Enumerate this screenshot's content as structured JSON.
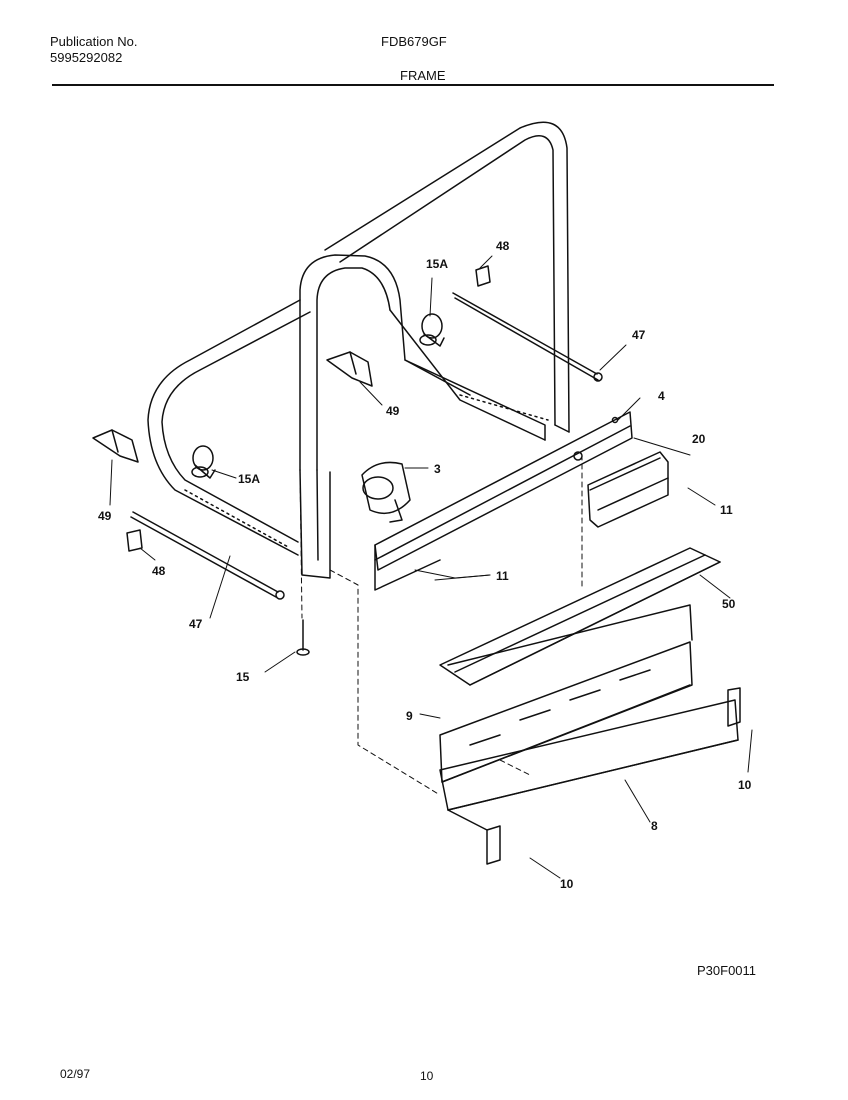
{
  "header": {
    "publication_label": "Publication No.",
    "publication_number": "5995292082",
    "model": "FDB679GF",
    "section_title": "FRAME"
  },
  "callouts": {
    "c3": "3",
    "c4": "4",
    "c8": "8",
    "c9": "9",
    "c10a": "10",
    "c10b": "10",
    "c11a": "11",
    "c11b": "11",
    "c15": "15",
    "c15a_left": "15A",
    "c15a_right": "15A",
    "c20": "20",
    "c47_left": "47",
    "c47_right": "47",
    "c48_left": "48",
    "c48_right": "48",
    "c49_left": "49",
    "c49_right": "49",
    "c50": "50"
  },
  "footer": {
    "figure_code": "P30F0011",
    "date": "02/97",
    "page_number": "10"
  }
}
